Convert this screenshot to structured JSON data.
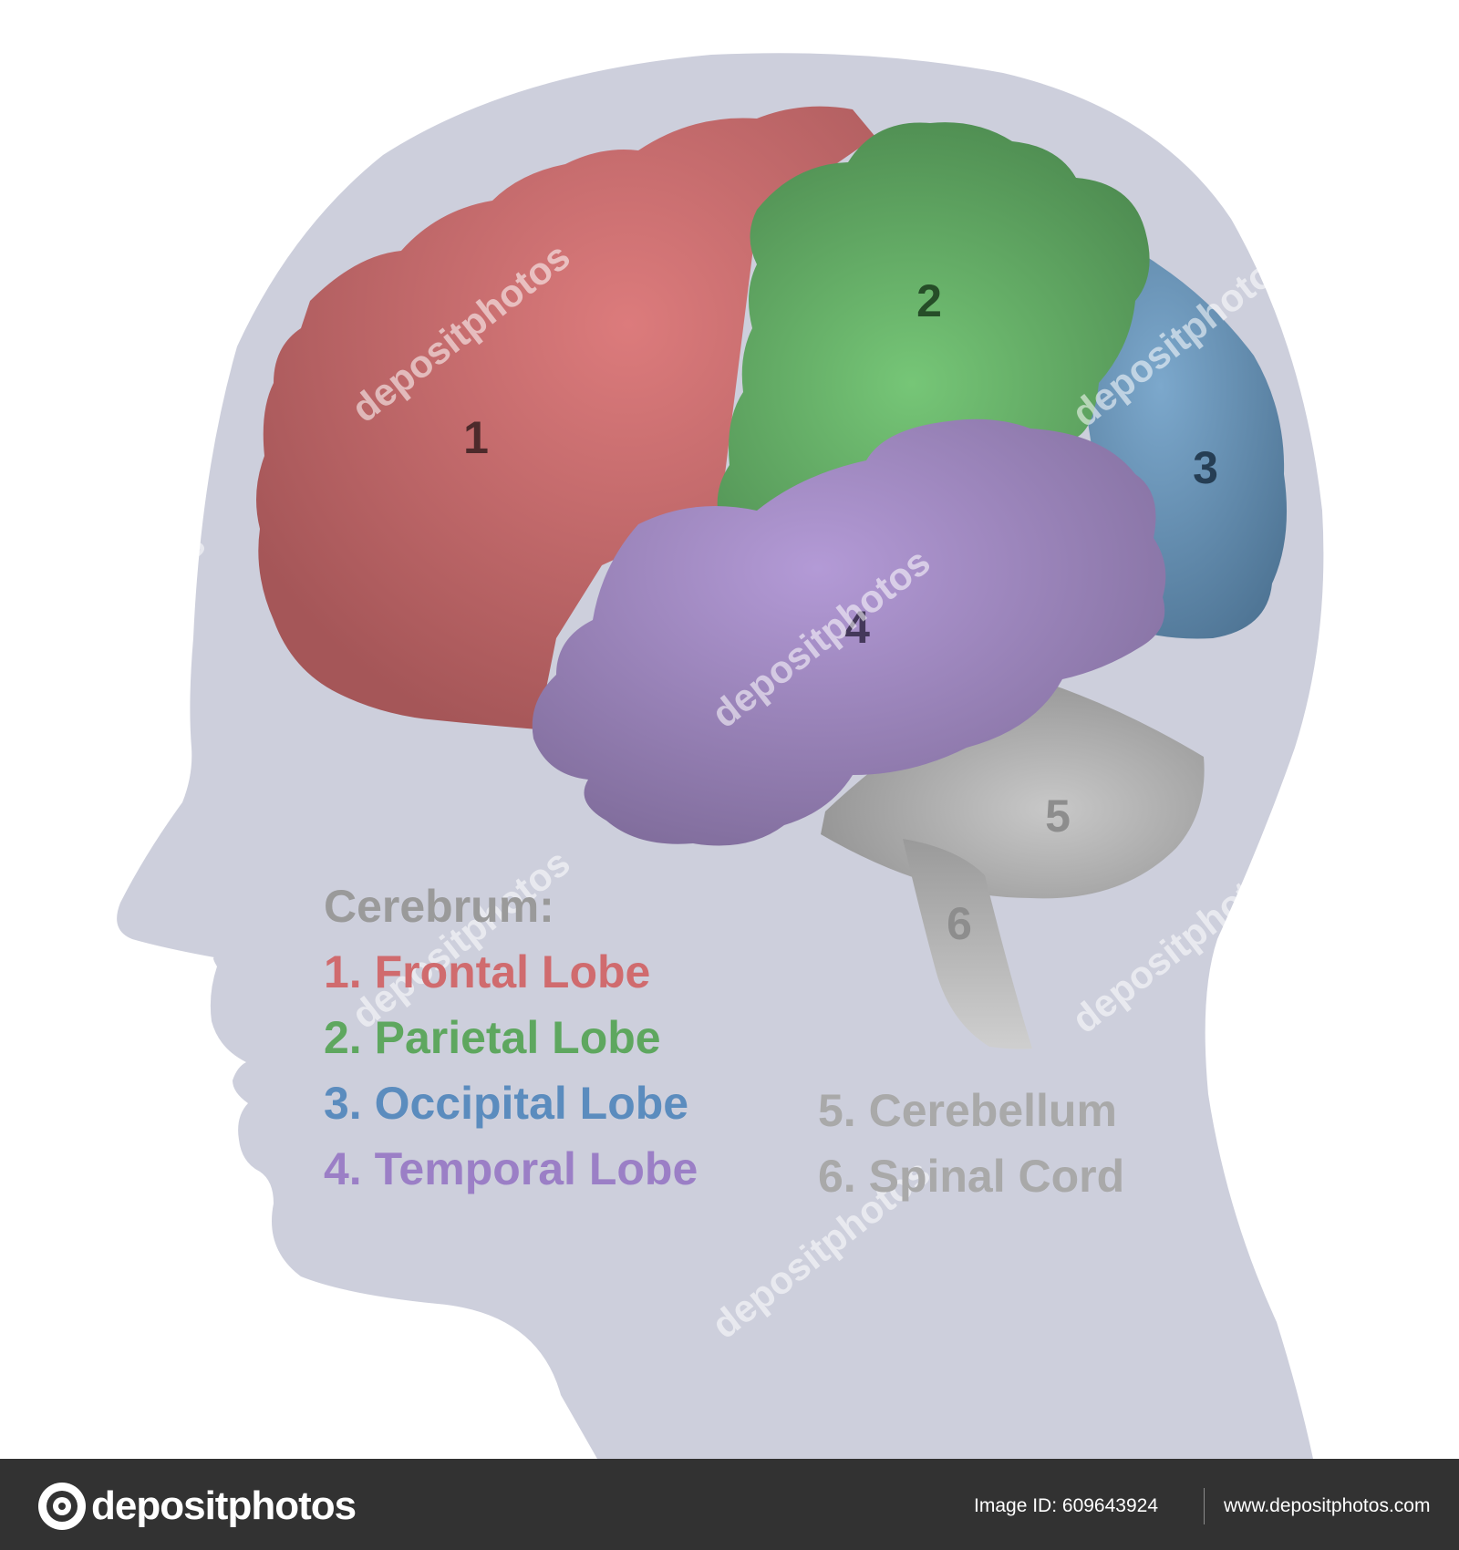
{
  "colors": {
    "background": "#ffffff",
    "head": "#cdcfdc",
    "frontal": "#cf6f73",
    "parietal": "#68b26a",
    "occipital": "#5f8db0",
    "temporal": "#9e88b8",
    "cerebellum": "#bdbdbd",
    "spinal_cord": "#c6c6c6",
    "footer": "#323232"
  },
  "regions": [
    {
      "id": "frontal",
      "number": "1"
    },
    {
      "id": "parietal",
      "number": "2"
    },
    {
      "id": "occipital",
      "number": "3"
    },
    {
      "id": "temporal",
      "number": "4"
    },
    {
      "id": "cerebellum",
      "number": "5"
    },
    {
      "id": "spinal-cord",
      "number": "6"
    }
  ],
  "legend": {
    "heading": "Cerebrum:",
    "items": [
      {
        "label": "1. Frontal Lobe",
        "color": "#d06b6e"
      },
      {
        "label": "2. Parietal Lobe",
        "color": "#5ea75f"
      },
      {
        "label": "3. Occipital Lobe",
        "color": "#5b8cbe"
      },
      {
        "label": "4. Temporal Lobe",
        "color": "#9b7fc6"
      },
      {
        "label": "5. Cerebellum",
        "color": "#a9a9a9"
      },
      {
        "label": "6. Spinal Cord",
        "color": "#a9a9a9"
      }
    ],
    "heading_color": "#9a9a9a"
  },
  "footer": {
    "logo_text": "depositphotos",
    "logo_icon": "camera-aperture-icon",
    "image_id": "Image ID: 609643924",
    "site_url": "www.depositphotos.com"
  },
  "watermark": "depositphotos"
}
